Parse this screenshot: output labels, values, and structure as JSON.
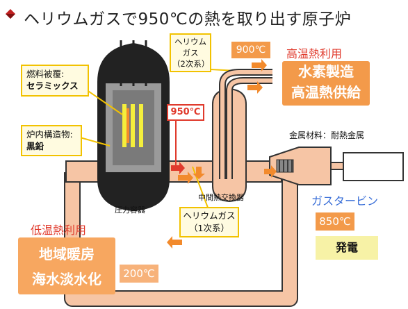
{
  "title": "ヘリウムガスで950℃の熱を取り出す原子炉",
  "labels": {
    "fuel_cladding_line1": "燃料被覆:",
    "fuel_cladding_line2": "セラミックス",
    "core_structure_line1": "炉内構造物:",
    "core_structure_line2": "黒鉛",
    "pressure_vessel": "圧力容器",
    "heat_exchanger": "中間熱交換器",
    "helium_secondary_line1": "ヘリウム",
    "helium_secondary_line2": "ガス",
    "helium_secondary_line3": "（2次系）",
    "helium_primary_line1": "ヘリウムガス",
    "helium_primary_line2": "（1次系）",
    "metal_material": "金属材料：耐熱金属",
    "gas_turbine": "ガスタービン",
    "high_temp_use": "高温熱利用",
    "low_temp_use": "低温熱利用",
    "power_generation": "発電"
  },
  "temperatures": {
    "t900": "900℃",
    "t950": "950℃",
    "t850": "850℃",
    "t200": "200℃"
  },
  "high_use_box": {
    "line1": "水素製造",
    "line2": "高温熱供給"
  },
  "low_use_box": {
    "line1": "地域暖房",
    "line2": "海水淡水化"
  },
  "colors": {
    "pipe": "#f6c5a5",
    "pipe_edge": "#333333",
    "accent_orange": "#f39a4a",
    "label_red": "#e03a2c",
    "turbine_blue": "#3a6fd8",
    "label_yellow_border": "#f2c200"
  }
}
